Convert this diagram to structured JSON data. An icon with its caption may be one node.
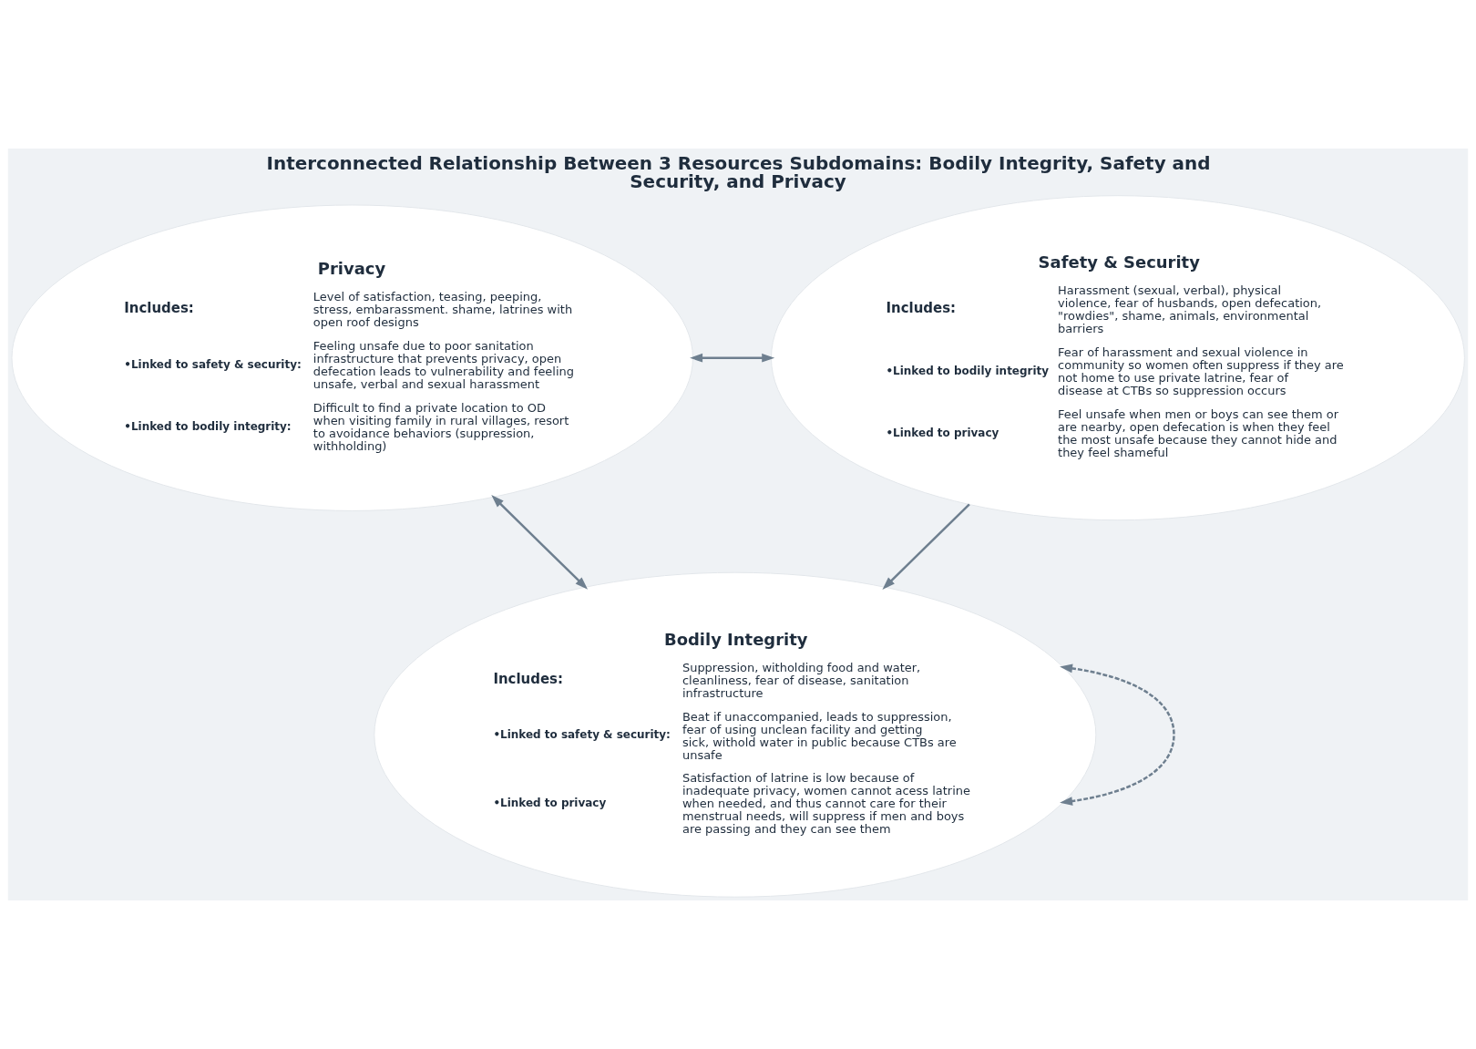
{
  "diagram": {
    "title": "Interconnected Relationship Between 3 Resources Subdomains: Bodily Integrity, Safety and Security, and Privacy",
    "nodes": [
      {
        "text": [
          "Bodily Integrity",
          "Includes:",
          "Suppression, witholding food and water, cleanliness, fear of disease, sanitation infrastructure",
          "•Linked to safety & security:",
          "Beat if unaccompanied, leads to suppression, fear of using unclean facility and getting sick, withold water in public because CTBs are unsafe",
          "•Linked to privacy",
          "Satisfaction of latrine is low because of inadequate privacy, women cannot acess latrine when needed, and thus cannot care for their menstrual needs, will suppress if men and boys are passing and they can see them"
        ]
      },
      {
        "text": [
          "Privacy",
          "Includes:",
          "Level of satisfaction, teasing, peeping, stress, embarassment. shame, latrines with open roof designs",
          "•Linked to safety & security:",
          "Feeling unsafe due to poor sanitation infrastructure that prevents privacy, open defecation leads to vulnerability and feeling unsafe, verbal and sexual harassment",
          "•Linked to bodily integrity:",
          "Difficult to find a private location to OD when visiting family in rural villages, resort to avoidance behaviors (suppression, withholding)"
        ]
      },
      {
        "text": [
          "Safety & Security",
          "Includes:",
          "Harassment (sexual, verbal), physical violence, fear of husbands, open defecation, \"rowdies\", shame, animals, environmental barriers",
          "•Linked to bodily integrity",
          "Fear of harassment and sexual violence in community so women often suppress if they are not home to use private latrine, fear of disease at CTBs so suppression occurs",
          "•Linked to privacy",
          "Feel unsafe when men or boys can see them or are nearby, open defecation is when they feel the most unsafe because they cannot hide and they feel shameful"
        ]
      }
    ],
    "edges": [
      {
        "from": 0,
        "to": 0,
        "arrow": "both",
        "style": "dashed"
      },
      {
        "from": 1,
        "to": 0,
        "arrow": "both"
      },
      {
        "from": 2,
        "to": 0,
        "arrow": "to"
      },
      {
        "from": 1,
        "to": 2,
        "arrow": "both"
      }
    ]
  }
}
